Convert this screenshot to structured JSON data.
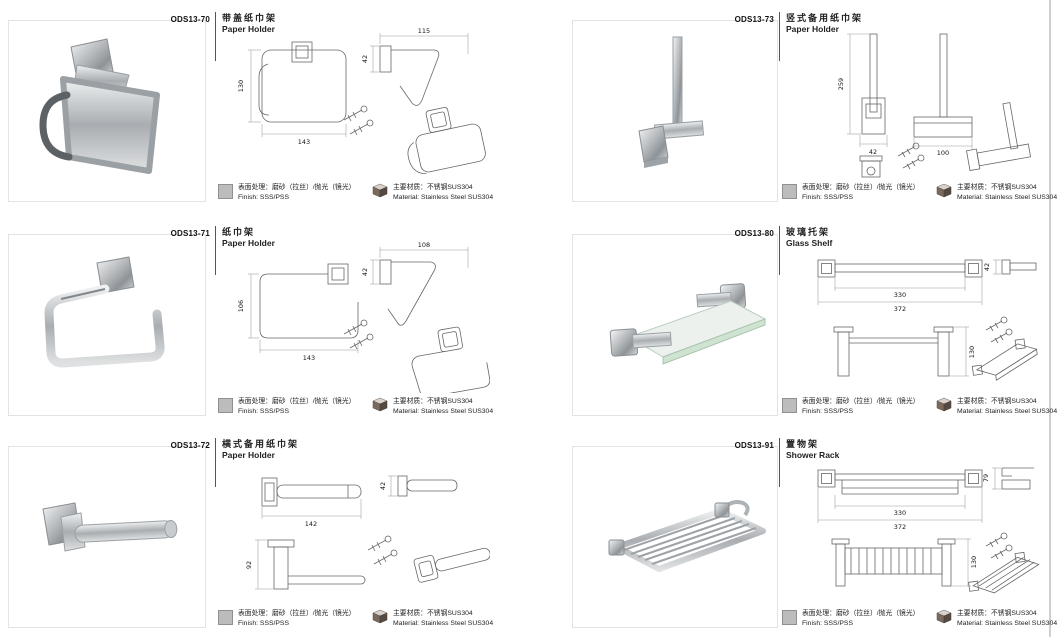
{
  "footer": {
    "finish_cn": "表面处理：磨砂（拉丝）/抛光（镜光）",
    "finish_en": "Finish: SSS/PSS",
    "material_cn": "主要材质：不锈钢SUS304",
    "material_en": "Material: Stainless Steel SUS304"
  },
  "products": [
    {
      "code": "ODS13-70",
      "name_cn": "带盖纸巾架",
      "name_en": "Paper Holder",
      "dims": {
        "height": "130",
        "width": "143",
        "depth": "115",
        "mount": "42"
      }
    },
    {
      "code": "ODS13-73",
      "name_cn": "竖式备用纸巾架",
      "name_en": "Paper Holder",
      "dims": {
        "height": "259",
        "mount": "42",
        "width": "100"
      }
    },
    {
      "code": "ODS13-71",
      "name_cn": "纸巾架",
      "name_en": "Paper Holder",
      "dims": {
        "height": "106",
        "width": "143",
        "depth": "108",
        "mount": "42"
      }
    },
    {
      "code": "ODS13-80",
      "name_cn": "玻璃托架",
      "name_en": "Glass Shelf",
      "dims": {
        "inner": "330",
        "outer": "372",
        "mount": "42",
        "height": "130"
      }
    },
    {
      "code": "ODS13-72",
      "name_cn": "横式备用纸巾架",
      "name_en": "Paper Holder",
      "dims": {
        "width": "142",
        "mount": "42",
        "height": "92"
      }
    },
    {
      "code": "ODS13-91",
      "name_cn": "置物架",
      "name_en": "Shower Rack",
      "dims": {
        "inner": "330",
        "outer": "372",
        "side": "79",
        "height": "130"
      }
    }
  ],
  "colors": {
    "metal": "#b9bdc0",
    "drawing_line": "#676767",
    "dim_line": "#9a9a9a",
    "glass_edge": "#a8c4ac",
    "swatch_gray": "#bcbcbc"
  }
}
